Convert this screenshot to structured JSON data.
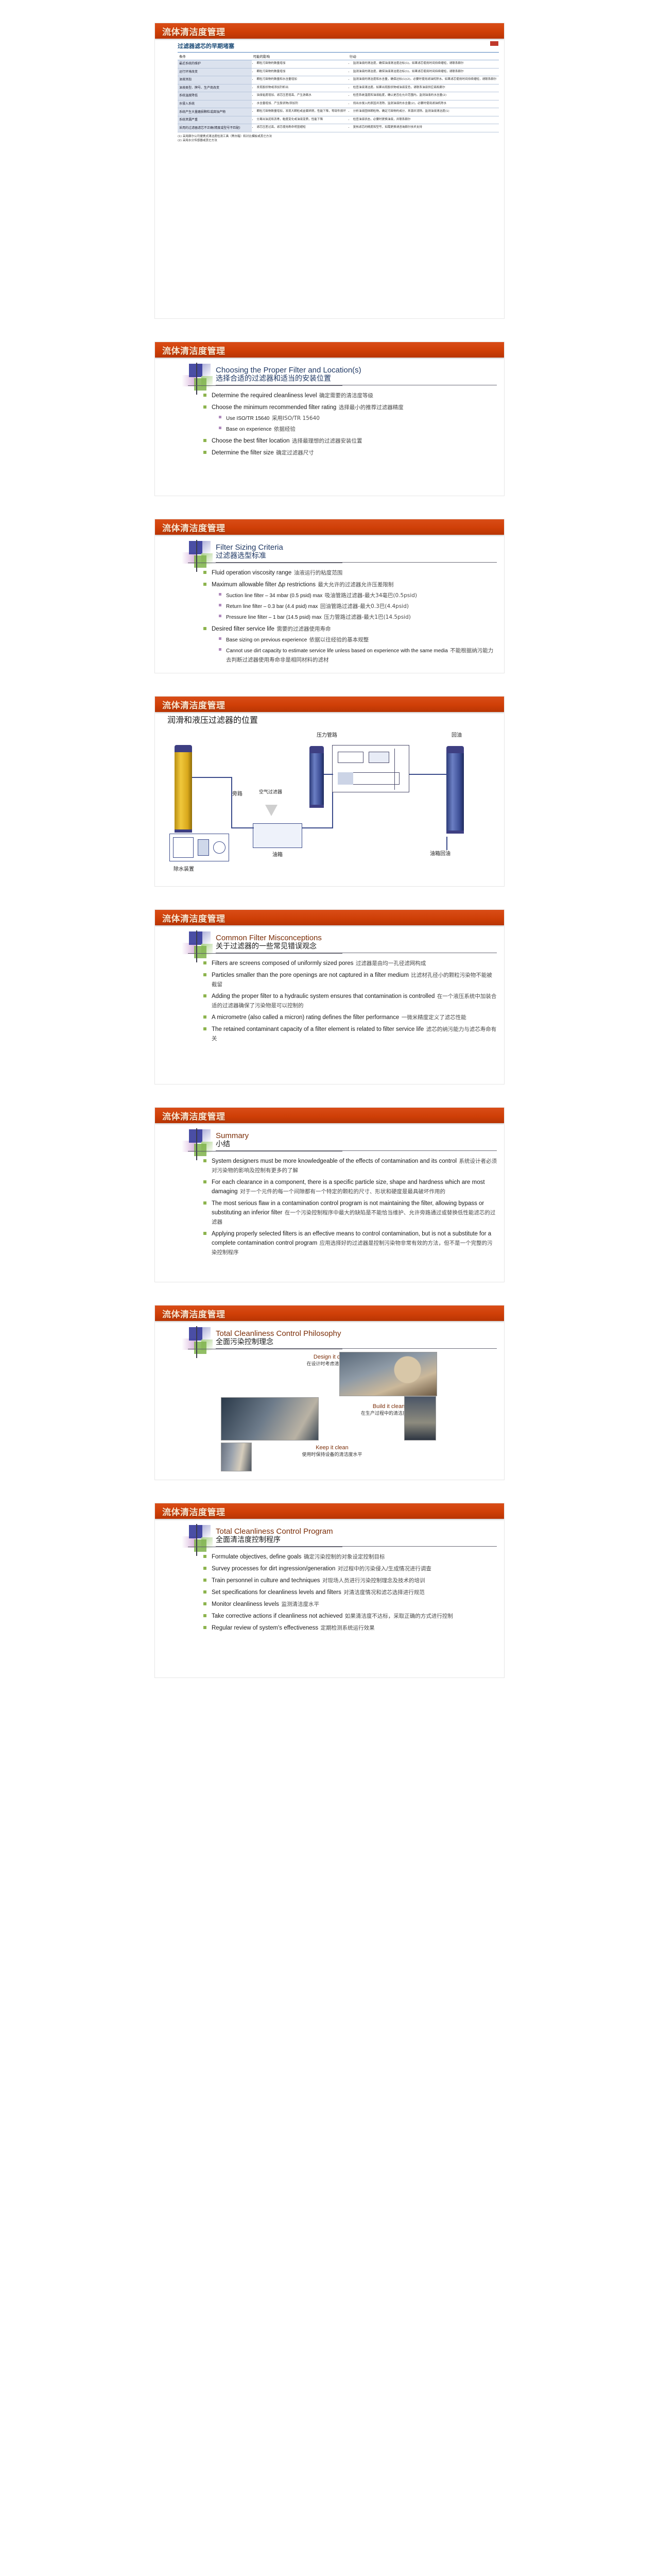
{
  "deck": {
    "banner_title": "流体清洁度管理",
    "slides": [
      {
        "id": "early-clogging-table",
        "table": {
          "title": "过滤器滤芯的早期堵塞",
          "headers": [
            "条件",
            "可能的影响",
            "行动"
          ],
          "rows": [
            {
              "condition": "最近系统的维护",
              "effects": [
                "颗粒污染物的数量增加"
              ],
              "actions": [
                "监测油液的清洁度，确保油液清洁度达标(1)。如果滤芯使用时间持续缩短，请联系颇尔"
              ]
            },
            {
              "condition": "运行环境改变",
              "effects": [
                "颗粒污染物的数量增加"
              ],
              "actions": [
                "监测油液的清洁度，确保油液清洁度达标(1)。如果滤芯使用时间持续缩短，请联系颇尔"
              ]
            },
            {
              "condition": "油液添加",
              "effects": [
                "颗粒污染物的数量和水含量增加"
              ],
              "actions": [
                "监测油液的清洁度和水含量，确保达标(1)(2)。必要时使用滤油机除水。如果滤芯使用时间持续缩短，请联系颇尔"
              ]
            },
            {
              "condition": "油液类型、牌号、生产商改变",
              "effects": [
                "发现胶状物或添加剂析出"
              ],
              "actions": [
                "检查油液清洁度。如果出现胶状物或油液变色，请联系油液供应商和颇尔"
              ]
            },
            {
              "condition": "系统温度降低",
              "effects": [
                "油液粘度增加、滤芯压差增高、产生游离水"
              ],
              "actions": [
                "检查系统温度和油液粘度，确认是否在允许范围内。监测油液的水含量(2)"
              ]
            },
            {
              "condition": "水侵入系统",
              "effects": [
                "水含量增加、产生胶状物/添加剂"
              ],
              "actions": [
                "找出水侵入的原因并消除。监测油液的水含量(2)，必要时使用滤油机除水"
              ]
            },
            {
              "condition": "系统产生大量磨损颗粒或腐蚀产物",
              "effects": [
                "颗粒污染物数量增加，发现大颗粒或金属碎屑，性能下降，零部件损坏"
              ],
              "actions": [
                "分析油液固体颗粒物，确定污染物的成分、来源并消除。监测油液清洁度(1)"
              ]
            },
            {
              "condition": "系统泄漏严重",
              "effects": [
                "分离出油泥和沥青，黏度变化或油液变质，性能下降"
              ],
              "actions": [
                "检查油液状态，必要时更换油液，并联系颇尔"
              ]
            },
            {
              "condition": "采用的过滤器滤芯不正确(精度或型号不匹配)",
              "effects": [
                "滤芯压差过高，滤芯使用寿命明显缩短"
              ],
              "actions": [
                "复核滤芯的精度和型号，如需更换请咨询颇尔技术支持"
              ]
            }
          ],
          "footnotes": [
            "(1) 采用颇尔公司便携式清洁度检测工具（黑白箱）和对比模板或其它方法",
            "(2) 采用水分传感器或其它方法"
          ]
        }
      },
      {
        "id": "choosing-proper-filter",
        "title_en": "Choosing the Proper Filter and Location(s)",
        "title_zh": "选择合适的过滤器和适当的安装位置",
        "bullets": [
          {
            "en": "Determine the required cleanliness level",
            "zh": "确定需要的清洁度等级",
            "children": []
          },
          {
            "en": "Choose the minimum recommended filter rating",
            "zh": "选择最小的推荐过滤器精度",
            "children": [
              {
                "en": "Use ISO/TR 15640",
                "zh": "采用ISO/TR 15640"
              },
              {
                "en": "Base on experience",
                "zh": "依据经验"
              }
            ]
          },
          {
            "en": "Choose the best filter location",
            "zh": "选择最理想的过滤器安装位置",
            "children": []
          },
          {
            "en": "Determine the filter size",
            "zh": "确定过滤器尺寸",
            "children": []
          }
        ]
      },
      {
        "id": "filter-sizing-criteria",
        "title_en": "Filter Sizing Criteria",
        "title_zh": "过滤器选型标准",
        "bullets": [
          {
            "en": "Fluid operation viscosity range",
            "zh": "油液运行的粘度范围",
            "children": []
          },
          {
            "en": "Maximum allowable filter Δp restrictions",
            "zh": "最大允许的过滤器允许压差限制",
            "children": [
              {
                "en": "Suction line filter – 34 mbar (0.5 psid) max",
                "zh": "吸油管路过滤器-最大34毫巴(0.5psid)"
              },
              {
                "en": "Return line filter – 0.3 bar (4.4 psid) max",
                "zh": "回油管路过滤器-最大0.3巴(4.4psid)"
              },
              {
                "en": "Pressure line filter – 1 bar (14.5 psid) max",
                "zh": "压力管路过滤器-最大1巴(14.5psid)"
              }
            ]
          },
          {
            "en": "Desired filter service life",
            "zh": "需要的过滤器使用寿命",
            "children": [
              {
                "en": "Base sizing on previous experience",
                "zh": "依据以往经验的基本规整"
              },
              {
                "en": "Cannot use dirt capacity to estimate service life unless based on experience with the same media",
                "zh": "不能根据纳污能力去判断过滤器使用寿命非是相同材料的滤材"
              }
            ]
          }
        ]
      },
      {
        "id": "filter-locations-schematic",
        "title_zh": "润滑和液压过滤器的位置",
        "labels": {
          "pressure_line": "压力管路",
          "return_line": "回油",
          "bypass": "旁路",
          "air_filter": "空气过滤器",
          "tank": "油箱",
          "dewater": "除水装置",
          "tank_return": "油箱回油"
        }
      },
      {
        "id": "common-filter-misconceptions",
        "title_en": "Common Filter Misconceptions",
        "title_zh": "关于过滤器的一些常见错误观念",
        "bullets": [
          {
            "en": "Filters are screens composed of uniformly sized pores",
            "zh": "过滤器是由均一孔径滤网构成",
            "children": []
          },
          {
            "en": "Particles smaller than the pore openings are not captured in a filter medium",
            "zh": "比滤材孔径小的颗粒污染物不能被截留",
            "children": []
          },
          {
            "en": "Adding the proper filter to a hydraulic system ensures that contamination is controlled",
            "zh": "在一个液压系统中加装合适的过滤器确保了污染物是可以控制的",
            "children": []
          },
          {
            "en": "A micrometre (also called a micron) rating defines the filter performance",
            "zh": "一微米精度定义了滤芯性能",
            "children": []
          },
          {
            "en": "The retained contaminant capacity of a filter element is related to filter service life",
            "zh": "滤芯的纳污能力与滤芯寿命有关",
            "children": []
          }
        ]
      },
      {
        "id": "summary",
        "title_en": "Summary",
        "title_zh": "小结",
        "bullets": [
          {
            "en": "System designers must be more knowledgeable of the effects of contamination and its control",
            "zh": "系统设计者必须对污染物的影响及控制有更多的了解",
            "children": []
          },
          {
            "en": "For each clearance in a component, there is a specific particle size, shape and hardness which are most damaging",
            "zh": "对于一个元件的每一个间隙都有一个特定的颗粒的尺寸、形状和硬度是最具破坏作用的",
            "children": []
          },
          {
            "en": "The most serious flaw in a contamination control program is not maintaining the filter, allowing bypass or substituting an inferior filter",
            "zh": "在一个污染控制程序中最大的缺陷是不能恰当维护、允许旁路通过或替换低性能滤芯的过滤器",
            "children": []
          },
          {
            "en": "Applying properly selected filters is an effective means to control contamination, but is not a substitute for a complete contamination control program",
            "zh": "应用选择好的过滤器是控制污染物非常有效的方法，但不是一个完整的污染控制程序",
            "children": []
          }
        ]
      },
      {
        "id": "total-cleanliness-control-philosophy",
        "title_en": "Total Cleanliness Control Philosophy",
        "title_zh": "全面污染控制理念",
        "photos": [
          {
            "cap_en": "Design it clean",
            "cap_zh": "在设计时考虑清洁度控制",
            "variant": "design"
          },
          {
            "cap_en": "Build it clean",
            "cap_zh": "在生产过程中的清洁度控制",
            "variant": "build"
          },
          {
            "cap_en": "Keep it clean",
            "cap_zh": "使用时保持设备的清洁度水平",
            "variant": "keep"
          }
        ]
      },
      {
        "id": "total-cleanliness-control-program",
        "title_en": "Total Cleanliness Control Program",
        "title_zh": "全面清洁度控制程序",
        "bullets": [
          {
            "en": "Formulate objectives, define goals",
            "zh": "确定污染控制的对象设定控制目标"
          },
          {
            "en": "Survey processes for dirt ingression/generation",
            "zh": "对过程中的污染侵入/生成情况进行调查"
          },
          {
            "en": "Train personnel in culture and techniques",
            "zh": "对现场人员进行污染控制理念及技术的培训"
          },
          {
            "en": "Set specifications for cleanliness levels and filters",
            "zh": "对清洁度情况和滤芯选择进行规范"
          },
          {
            "en": "Monitor cleanliness levels",
            "zh": "监测清洁度水平"
          },
          {
            "en": "Take corrective actions if cleanliness not achieved",
            "zh": "如果清洁度不达标，采取正确的方式进行控制"
          },
          {
            "en": "Regular review of system's effectiveness",
            "zh": "定期检测系统运行效果"
          }
        ]
      }
    ]
  }
}
